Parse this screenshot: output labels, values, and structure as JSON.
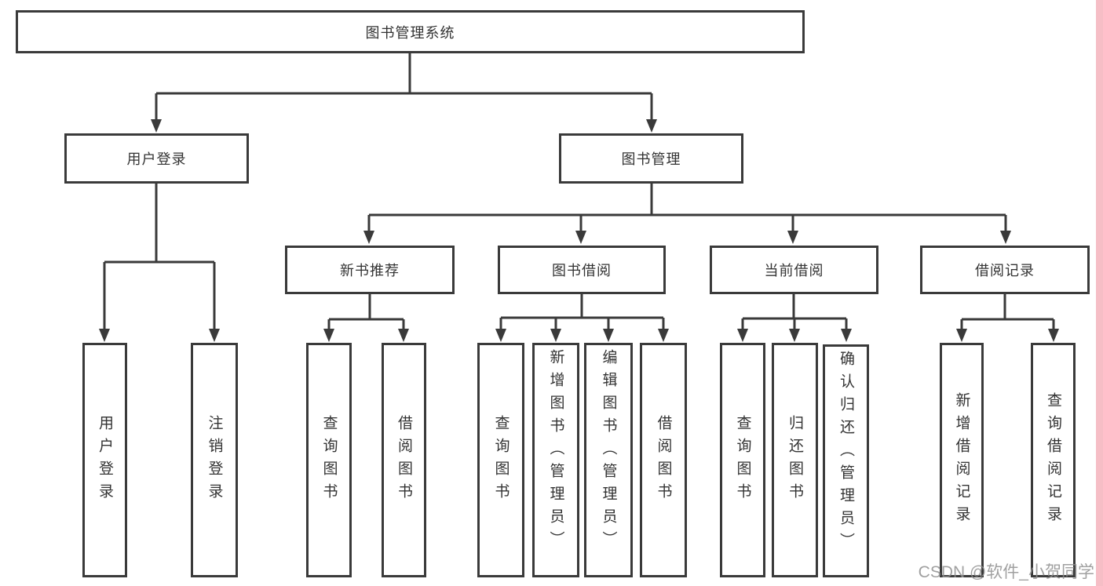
{
  "watermark": "CSDN @软件_小贺同学",
  "colors": {
    "line": "#3a3a3a",
    "box_border": "#3a3a3a",
    "text": "#333333",
    "watermark": "#909090",
    "right_edge_strip": "#f6bec6"
  },
  "nodes": {
    "root": {
      "label": "图书管理系统"
    },
    "user_login": {
      "label": "用户登录"
    },
    "book_management": {
      "label": "图书管理"
    },
    "new_book_recommend": {
      "label": "新书推荐"
    },
    "book_borrow": {
      "label": "图书借阅"
    },
    "current_borrow": {
      "label": "当前借阅"
    },
    "borrow_records": {
      "label": "借阅记录"
    },
    "leaf_user_login": {
      "label": "用户登录"
    },
    "leaf_logout": {
      "label": "注销登录"
    },
    "leaf_query_book_1": {
      "label": "查询图书"
    },
    "leaf_borrow_book_1": {
      "label": "借阅图书"
    },
    "leaf_query_book_2": {
      "label": "查询图书"
    },
    "leaf_add_book_admin": {
      "label": "新增图书（管理员）"
    },
    "leaf_edit_book_admin": {
      "label": "编辑图书（管理员）"
    },
    "leaf_borrow_book_2": {
      "label": "借阅图书"
    },
    "leaf_query_book_3": {
      "label": "查询图书"
    },
    "leaf_return_book": {
      "label": "归还图书"
    },
    "leaf_confirm_return_admin": {
      "label": "确认归还（管理员）"
    },
    "leaf_add_borrow_record": {
      "label": "新增借阅记录"
    },
    "leaf_query_borrow_record": {
      "label": "查询借阅记录"
    }
  },
  "structure": {
    "root_children": [
      "user_login",
      "book_management"
    ],
    "user_login_children": [
      "leaf_user_login",
      "leaf_logout"
    ],
    "book_management_children": [
      "new_book_recommend",
      "book_borrow",
      "current_borrow",
      "borrow_records"
    ],
    "new_book_recommend_children": [
      "leaf_query_book_1",
      "leaf_borrow_book_1"
    ],
    "book_borrow_children": [
      "leaf_query_book_2",
      "leaf_add_book_admin",
      "leaf_edit_book_admin",
      "leaf_borrow_book_2"
    ],
    "current_borrow_children": [
      "leaf_query_book_3",
      "leaf_return_book",
      "leaf_confirm_return_admin"
    ],
    "borrow_records_children": [
      "leaf_add_borrow_record",
      "leaf_query_borrow_record"
    ]
  }
}
